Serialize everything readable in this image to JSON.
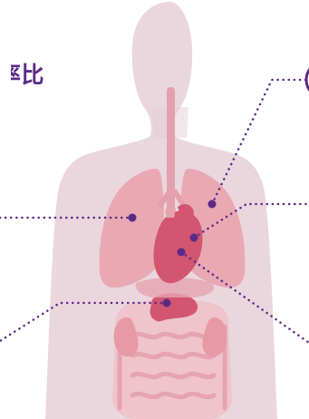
{
  "title": "率比",
  "colors": {
    "accent": "#5b2a86",
    "body": "#ebd6de",
    "lung": "#e8a9b3",
    "heart": "#d2566f",
    "stomach": "#d2566f",
    "intestine": "#efb3bd",
    "kidney": "#e79aa6",
    "esophagus": "#e3a1b0",
    "dot": "#5b2a86"
  },
  "callouts": [
    {
      "name": "right-lung",
      "side": "left"
    },
    {
      "name": "left-lung",
      "side": "right"
    },
    {
      "name": "heart",
      "side": "right"
    },
    {
      "name": "abdomen",
      "side": "right"
    },
    {
      "name": "stomach",
      "side": "left"
    }
  ]
}
